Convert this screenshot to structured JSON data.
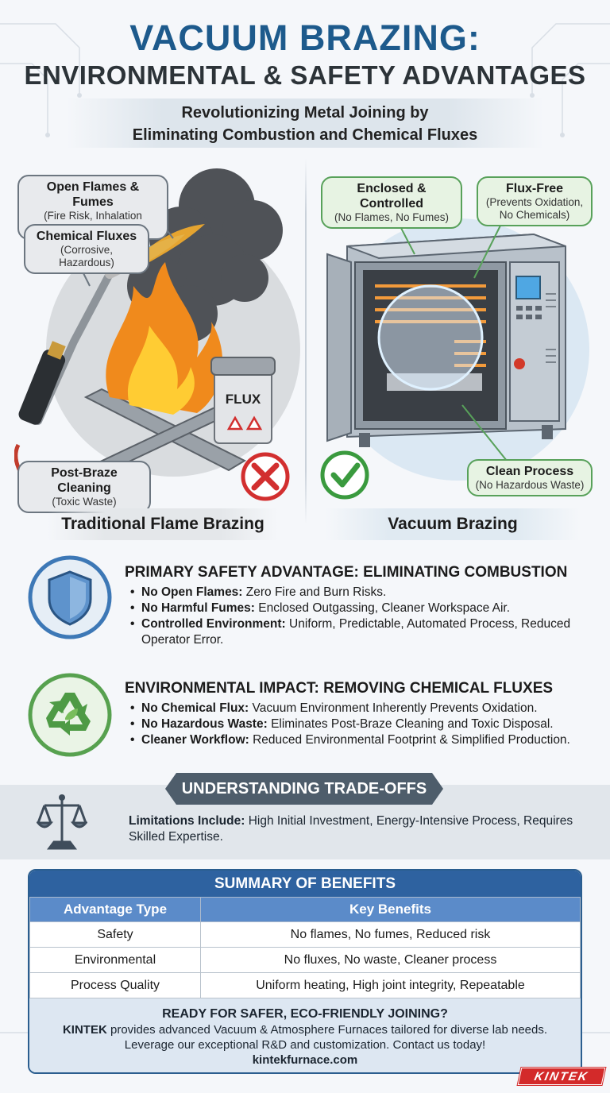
{
  "header": {
    "title_line1": "VACUUM BRAZING:",
    "title_line2": "ENVIRONMENTAL & SAFETY ADVANTAGES",
    "subtitle_line1": "Revolutionizing Metal Joining by",
    "subtitle_line2": "Eliminating Combustion and Chemical Fluxes"
  },
  "traditional": {
    "label": "Traditional Flame Brazing",
    "flux_jar_label": "FLUX",
    "callouts": [
      {
        "title": "Open Flames & Fumes",
        "sub": "(Fire Risk, Inhalation Hazard)"
      },
      {
        "title": "Chemical Fluxes",
        "sub": "(Corrosive, Hazardous)"
      },
      {
        "title": "Post-Braze Cleaning",
        "sub": "(Toxic Waste)"
      }
    ]
  },
  "vacuum": {
    "label": "Vacuum Brazing",
    "callouts": [
      {
        "title": "Enclosed & Controlled",
        "sub": "(No Flames, No Fumes)"
      },
      {
        "title": "Flux-Free",
        "sub_line1": "(Prevents Oxidation,",
        "sub_line2": "No Chemicals)"
      },
      {
        "title": "Clean Process",
        "sub": "(No Hazardous Waste)"
      }
    ]
  },
  "safety": {
    "heading": "PRIMARY SAFETY ADVANTAGE: ELIMINATING COMBUSTION",
    "icon": "shield-icon",
    "bullets": [
      {
        "bold": "No Open Flames:",
        "text": " Zero Fire and Burn Risks."
      },
      {
        "bold": "No Harmful Fumes:",
        "text": " Enclosed Outgassing, Cleaner Workspace Air."
      },
      {
        "bold": "Controlled Environment:",
        "text": " Uniform, Predictable, Automated Process, Reduced Operator Error."
      }
    ]
  },
  "environment": {
    "heading": "ENVIRONMENTAL IMPACT: REMOVING CHEMICAL FLUXES",
    "icon": "recycle-icon",
    "bullets": [
      {
        "bold": "No Chemical Flux:",
        "text": " Vacuum Environment Inherently Prevents Oxidation."
      },
      {
        "bold": "No Hazardous Waste:",
        "text": " Eliminates Post-Braze Cleaning and Toxic Disposal."
      },
      {
        "bold": "Cleaner Workflow:",
        "text": " Reduced Environmental Footprint & Simplified Production."
      }
    ]
  },
  "tradeoffs": {
    "banner": "UNDERSTANDING TRADE-OFFS",
    "icon": "scales-icon",
    "bold": "Limitations Include:",
    "text": " High Initial Investment, Energy-Intensive Process, Requires Skilled Expertise."
  },
  "summary": {
    "title": "SUMMARY OF BENEFITS",
    "columns": [
      "Advantage Type",
      "Key Benefits"
    ],
    "rows": [
      [
        "Safety",
        "No flames, No fumes, Reduced risk"
      ],
      [
        "Environmental",
        "No fluxes, No waste, Cleaner process"
      ],
      [
        "Process Quality",
        "Uniform heating, High joint integrity, Repeatable"
      ]
    ],
    "cta_heading": "READY FOR SAFER, ECO-FRIENDLY JOINING?",
    "cta_brand": "KINTEK",
    "cta_line1": " provides advanced Vacuum & Atmosphere Furnaces tailored for diverse lab needs.",
    "cta_line2": "Leverage our exceptional R&D and customization. Contact us today!",
    "cta_url": "kintekfurnace.com"
  },
  "brand_logo": "KINTEK",
  "colors": {
    "title_blue": "#1d5a8c",
    "table_header": "#2e62a0",
    "check_green": "#3a9a3e",
    "cross_red": "#d22f2f"
  }
}
